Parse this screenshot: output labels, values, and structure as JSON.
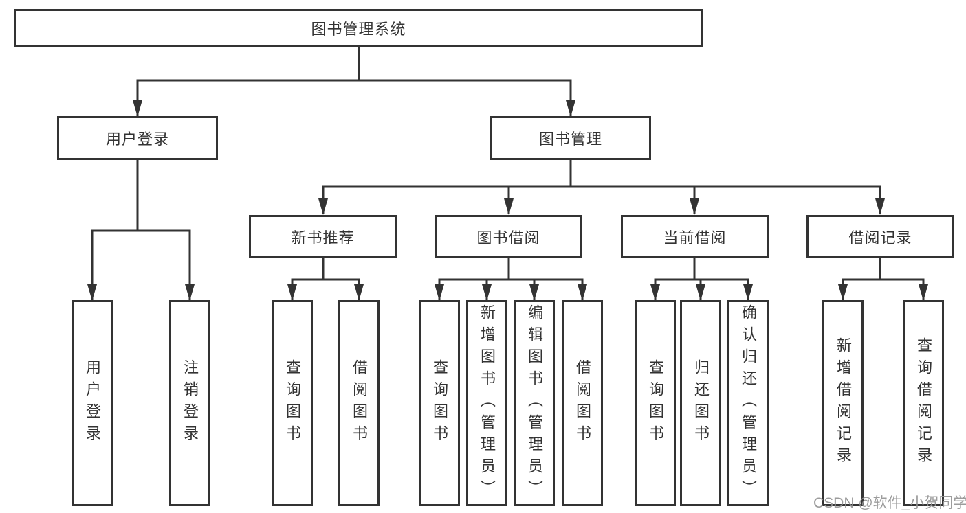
{
  "tree": {
    "label": "图书管理系统",
    "children": [
      {
        "label": "用户登录",
        "children": [
          {
            "label": "用户登录"
          },
          {
            "label": "注销登录"
          }
        ]
      },
      {
        "label": "图书管理",
        "children": [
          {
            "label": "新书推荐",
            "children": [
              {
                "label": "查询图书"
              },
              {
                "label": "借阅图书"
              }
            ]
          },
          {
            "label": "图书借阅",
            "children": [
              {
                "label": "查询图书"
              },
              {
                "label": "新增图书（管理员）"
              },
              {
                "label": "编辑图书（管理员）"
              },
              {
                "label": "借阅图书"
              }
            ]
          },
          {
            "label": "当前借阅",
            "children": [
              {
                "label": "查询图书"
              },
              {
                "label": "归还图书"
              },
              {
                "label": "确认归还（管理员）"
              }
            ]
          },
          {
            "label": "借阅记录",
            "children": [
              {
                "label": "新增借阅记录"
              },
              {
                "label": "查询借阅记录"
              }
            ]
          }
        ]
      }
    ]
  },
  "watermark": {
    "text": "CSDN @软件_小贺同学"
  },
  "colors": {
    "line": "#333333",
    "box_border": "#333333",
    "box_fill": "#ffffff",
    "text": "#333333",
    "watermark": "#949494"
  }
}
